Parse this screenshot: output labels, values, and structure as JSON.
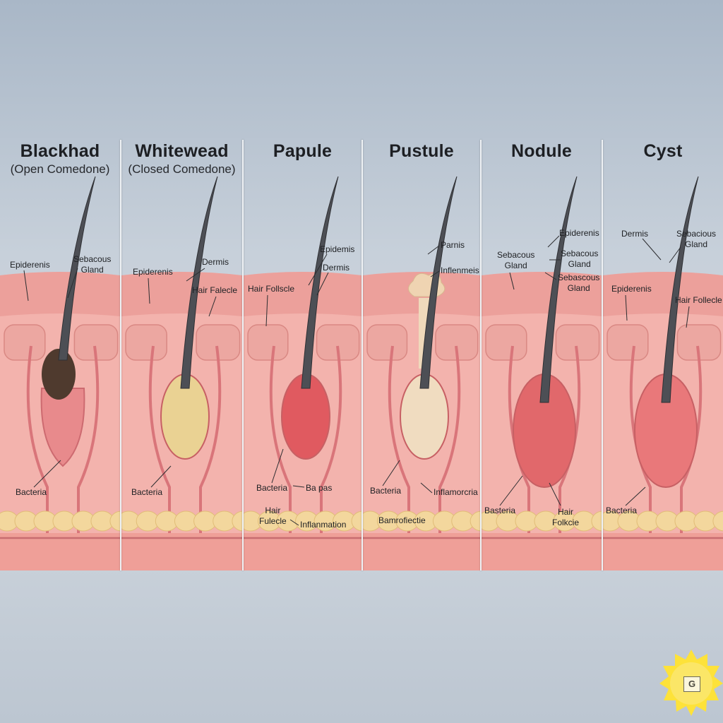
{
  "panels": [
    {
      "title": "Blackhad",
      "subtitle": "(Open Comedone)",
      "plug": "#4f3a2e",
      "labels": {
        "a": "Epiderenis",
        "b": "Sebacous\nGland",
        "c": "Bacteria"
      }
    },
    {
      "title": "Whitewead",
      "subtitle": "(Closed Comedone)",
      "plug": "#ead293",
      "labels": {
        "a": "Epiderenis",
        "b": "Dermis",
        "c": "Hair Falecle",
        "d": "Bacteria"
      }
    },
    {
      "title": "Papule",
      "subtitle": "",
      "plug": "#e05a60",
      "labels": {
        "a": "Epidemis",
        "b": "Dermis",
        "c": "Hair Follscle",
        "d": "Bacteria",
        "e": "Ba pas",
        "f": "Hair\nFulecle",
        "g": "Inflanmation"
      }
    },
    {
      "title": "Pustule",
      "subtitle": "",
      "plug": "#f0dcc0",
      "labels": {
        "a": "Parnis",
        "b": "Inflenmeis",
        "c": "Bacteria",
        "d": "Inflamorcria",
        "e": "Bamrofiectie"
      }
    },
    {
      "title": "Nodule",
      "subtitle": "",
      "plug": "#e1686b",
      "labels": {
        "a": "Epiderenis",
        "b": "Sebacous\nGland",
        "c": "Sebacous\nGland",
        "d": "Sebascous\nGland",
        "e": "Basteria",
        "f": "Hair\nFolkcie"
      }
    },
    {
      "title": "Cyst",
      "subtitle": "",
      "plug": "#e9787a",
      "labels": {
        "a": "Dermis",
        "b": "Sebacious\nGland",
        "c": "Epiderenis",
        "d": "Hair Follecle",
        "e": "Bacteria"
      }
    }
  ],
  "badge": {
    "text": "G"
  },
  "colors": {
    "skin": "#f3b3ad",
    "skinDeep": "#eca7a1",
    "epidermis": "#e99a96",
    "gland": "#e67e7d",
    "fat": "#f3d79d",
    "hair": "#4d4f55",
    "divider": "#eef1f4"
  }
}
